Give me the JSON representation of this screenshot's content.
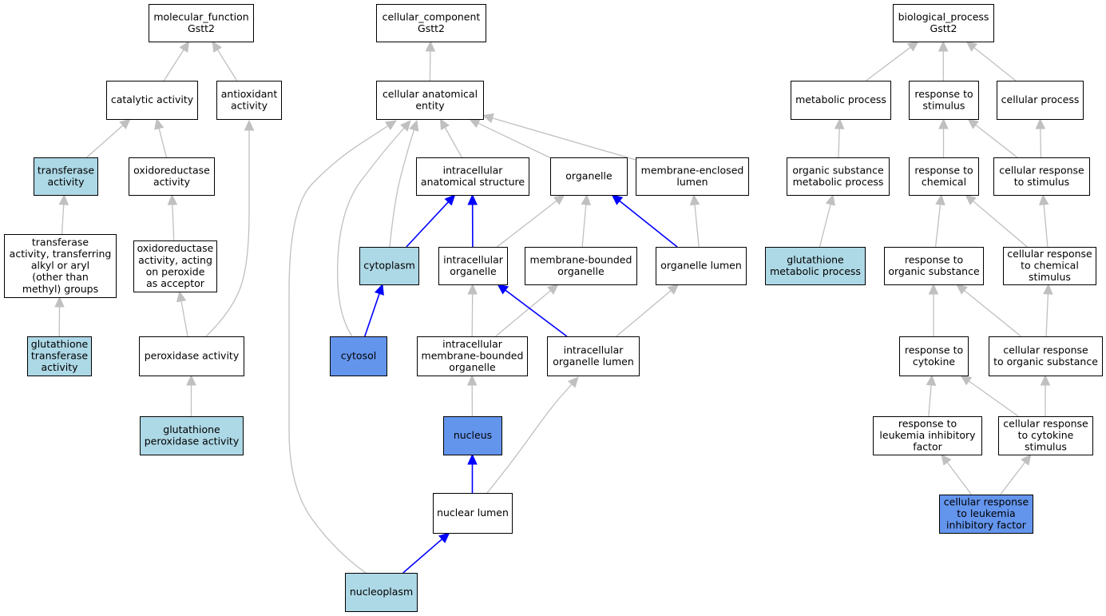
{
  "colors": {
    "plain": "#ffffff",
    "light": "#add8e6",
    "highlight": "#6495ed",
    "edge_gray": "#c0c0c0",
    "edge_blue": "#0000ff"
  },
  "nodes": {
    "mf": {
      "lines": [
        "molecular_function",
        "Gstt2"
      ],
      "fill": "plain"
    },
    "catalytic": {
      "lines": [
        "catalytic activity"
      ],
      "fill": "plain"
    },
    "antioxidant": {
      "lines": [
        "antioxidant",
        "activity"
      ],
      "fill": "plain"
    },
    "transferase": {
      "lines": [
        "transferase",
        "activity"
      ],
      "fill": "light"
    },
    "oxidoreductase": {
      "lines": [
        "oxidoreductase",
        "activity"
      ],
      "fill": "plain"
    },
    "transferase_alkyl": {
      "lines": [
        "transferase",
        "activity, transferring",
        "alkyl or aryl",
        "(other than",
        "methyl) groups"
      ],
      "fill": "plain"
    },
    "oxido_peroxide": {
      "lines": [
        "oxidoreductase",
        "activity, acting",
        "on peroxide",
        "as acceptor"
      ],
      "fill": "plain"
    },
    "gst_activity": {
      "lines": [
        "glutathione",
        "transferase",
        "activity"
      ],
      "fill": "light"
    },
    "peroxidase": {
      "lines": [
        "peroxidase activity"
      ],
      "fill": "plain"
    },
    "gpx": {
      "lines": [
        "glutathione",
        "peroxidase activity"
      ],
      "fill": "light"
    },
    "cc": {
      "lines": [
        "cellular_component",
        "Gstt2"
      ],
      "fill": "plain"
    },
    "cae": {
      "lines": [
        "cellular anatomical",
        "entity"
      ],
      "fill": "plain"
    },
    "ias": {
      "lines": [
        "intracellular",
        "anatomical structure"
      ],
      "fill": "plain"
    },
    "organelle": {
      "lines": [
        "organelle"
      ],
      "fill": "plain"
    },
    "mel": {
      "lines": [
        "membrane-enclosed",
        "lumen"
      ],
      "fill": "plain"
    },
    "cytoplasm": {
      "lines": [
        "cytoplasm"
      ],
      "fill": "light"
    },
    "io": {
      "lines": [
        "intracellular",
        "organelle"
      ],
      "fill": "plain"
    },
    "mbo": {
      "lines": [
        "membrane-bounded",
        "organelle"
      ],
      "fill": "plain"
    },
    "ol": {
      "lines": [
        "organelle lumen"
      ],
      "fill": "plain"
    },
    "cytosol": {
      "lines": [
        "cytosol"
      ],
      "fill": "highlight"
    },
    "imbo": {
      "lines": [
        "intracellular",
        "membrane-bounded",
        "organelle"
      ],
      "fill": "plain"
    },
    "iol": {
      "lines": [
        "intracellular",
        "organelle lumen"
      ],
      "fill": "plain"
    },
    "nucleus": {
      "lines": [
        "nucleus"
      ],
      "fill": "highlight"
    },
    "nl": {
      "lines": [
        "nuclear lumen"
      ],
      "fill": "plain"
    },
    "np": {
      "lines": [
        "nucleoplasm"
      ],
      "fill": "light"
    },
    "bp": {
      "lines": [
        "biological_process",
        "Gstt2"
      ],
      "fill": "plain"
    },
    "metab": {
      "lines": [
        "metabolic process"
      ],
      "fill": "plain"
    },
    "rts": {
      "lines": [
        "response to",
        "stimulus"
      ],
      "fill": "plain"
    },
    "cp": {
      "lines": [
        "cellular process"
      ],
      "fill": "plain"
    },
    "osmp": {
      "lines": [
        "organic substance",
        "metabolic process"
      ],
      "fill": "plain"
    },
    "rtc": {
      "lines": [
        "response to",
        "chemical"
      ],
      "fill": "plain"
    },
    "crts": {
      "lines": [
        "cellular response",
        "to stimulus"
      ],
      "fill": "plain"
    },
    "gmp": {
      "lines": [
        "glutathione",
        "metabolic process"
      ],
      "fill": "light"
    },
    "rtos": {
      "lines": [
        "response to",
        "organic substance"
      ],
      "fill": "plain"
    },
    "crtc": {
      "lines": [
        "cellular response",
        "to chemical",
        "stimulus"
      ],
      "fill": "plain"
    },
    "rtcy": {
      "lines": [
        "response to",
        "cytokine"
      ],
      "fill": "plain"
    },
    "crtos": {
      "lines": [
        "cellular response",
        "to organic substance"
      ],
      "fill": "plain"
    },
    "rtlif": {
      "lines": [
        "response to",
        "leukemia inhibitory",
        "factor"
      ],
      "fill": "plain"
    },
    "crtcs": {
      "lines": [
        "cellular response",
        "to cytokine",
        "stimulus"
      ],
      "fill": "plain"
    },
    "crtlif": {
      "lines": [
        "cellular response",
        "to leukemia",
        "inhibitory factor"
      ],
      "fill": "highlight"
    }
  },
  "edges": [
    {
      "from": "catalytic",
      "to": "mf",
      "color": "gray"
    },
    {
      "from": "antioxidant",
      "to": "mf",
      "color": "gray"
    },
    {
      "from": "transferase",
      "to": "catalytic",
      "color": "gray"
    },
    {
      "from": "oxidoreductase",
      "to": "catalytic",
      "color": "gray"
    },
    {
      "from": "transferase_alkyl",
      "to": "transferase",
      "color": "gray"
    },
    {
      "from": "oxido_peroxide",
      "to": "oxidoreductase",
      "color": "gray"
    },
    {
      "from": "gst_activity",
      "to": "transferase_alkyl",
      "color": "gray"
    },
    {
      "from": "peroxidase",
      "to": "oxido_peroxide",
      "color": "gray"
    },
    {
      "from": "peroxidase",
      "to": "antioxidant",
      "color": "gray"
    },
    {
      "from": "gpx",
      "to": "peroxidase",
      "color": "gray"
    },
    {
      "from": "cae",
      "to": "cc",
      "color": "gray"
    },
    {
      "from": "ias",
      "to": "cae",
      "color": "gray"
    },
    {
      "from": "organelle",
      "to": "cae",
      "color": "gray"
    },
    {
      "from": "mel",
      "to": "cae",
      "color": "gray"
    },
    {
      "from": "cytoplasm",
      "to": "cae",
      "color": "gray"
    },
    {
      "from": "cytosol",
      "to": "cae",
      "color": "gray"
    },
    {
      "from": "np",
      "to": "cae",
      "color": "gray"
    },
    {
      "from": "cytoplasm",
      "to": "ias",
      "color": "blue"
    },
    {
      "from": "io",
      "to": "ias",
      "color": "blue"
    },
    {
      "from": "io",
      "to": "organelle",
      "color": "gray"
    },
    {
      "from": "mbo",
      "to": "organelle",
      "color": "gray"
    },
    {
      "from": "ol",
      "to": "organelle",
      "color": "blue"
    },
    {
      "from": "ol",
      "to": "mel",
      "color": "gray"
    },
    {
      "from": "cytosol",
      "to": "cytoplasm",
      "color": "blue"
    },
    {
      "from": "imbo",
      "to": "io",
      "color": "gray"
    },
    {
      "from": "imbo",
      "to": "mbo",
      "color": "gray"
    },
    {
      "from": "iol",
      "to": "io",
      "color": "blue"
    },
    {
      "from": "iol",
      "to": "ol",
      "color": "gray"
    },
    {
      "from": "nucleus",
      "to": "imbo",
      "color": "gray"
    },
    {
      "from": "nl",
      "to": "nucleus",
      "color": "blue"
    },
    {
      "from": "nl",
      "to": "iol",
      "color": "gray"
    },
    {
      "from": "np",
      "to": "nl",
      "color": "blue"
    },
    {
      "from": "metab",
      "to": "bp",
      "color": "gray"
    },
    {
      "from": "rts",
      "to": "bp",
      "color": "gray"
    },
    {
      "from": "cp",
      "to": "bp",
      "color": "gray"
    },
    {
      "from": "osmp",
      "to": "metab",
      "color": "gray"
    },
    {
      "from": "gmp",
      "to": "osmp",
      "color": "gray"
    },
    {
      "from": "rtc",
      "to": "rts",
      "color": "gray"
    },
    {
      "from": "crts",
      "to": "rts",
      "color": "gray"
    },
    {
      "from": "crts",
      "to": "cp",
      "color": "gray"
    },
    {
      "from": "rtos",
      "to": "rtc",
      "color": "gray"
    },
    {
      "from": "crtc",
      "to": "rtc",
      "color": "gray"
    },
    {
      "from": "crtc",
      "to": "crts",
      "color": "gray"
    },
    {
      "from": "rtcy",
      "to": "rtos",
      "color": "gray"
    },
    {
      "from": "crtos",
      "to": "rtos",
      "color": "gray"
    },
    {
      "from": "crtos",
      "to": "crtc",
      "color": "gray"
    },
    {
      "from": "rtlif",
      "to": "rtcy",
      "color": "gray"
    },
    {
      "from": "crtcs",
      "to": "rtcy",
      "color": "gray"
    },
    {
      "from": "crtcs",
      "to": "crtos",
      "color": "gray"
    },
    {
      "from": "crtlif",
      "to": "rtlif",
      "color": "gray"
    },
    {
      "from": "crtlif",
      "to": "crtcs",
      "color": "gray"
    }
  ]
}
